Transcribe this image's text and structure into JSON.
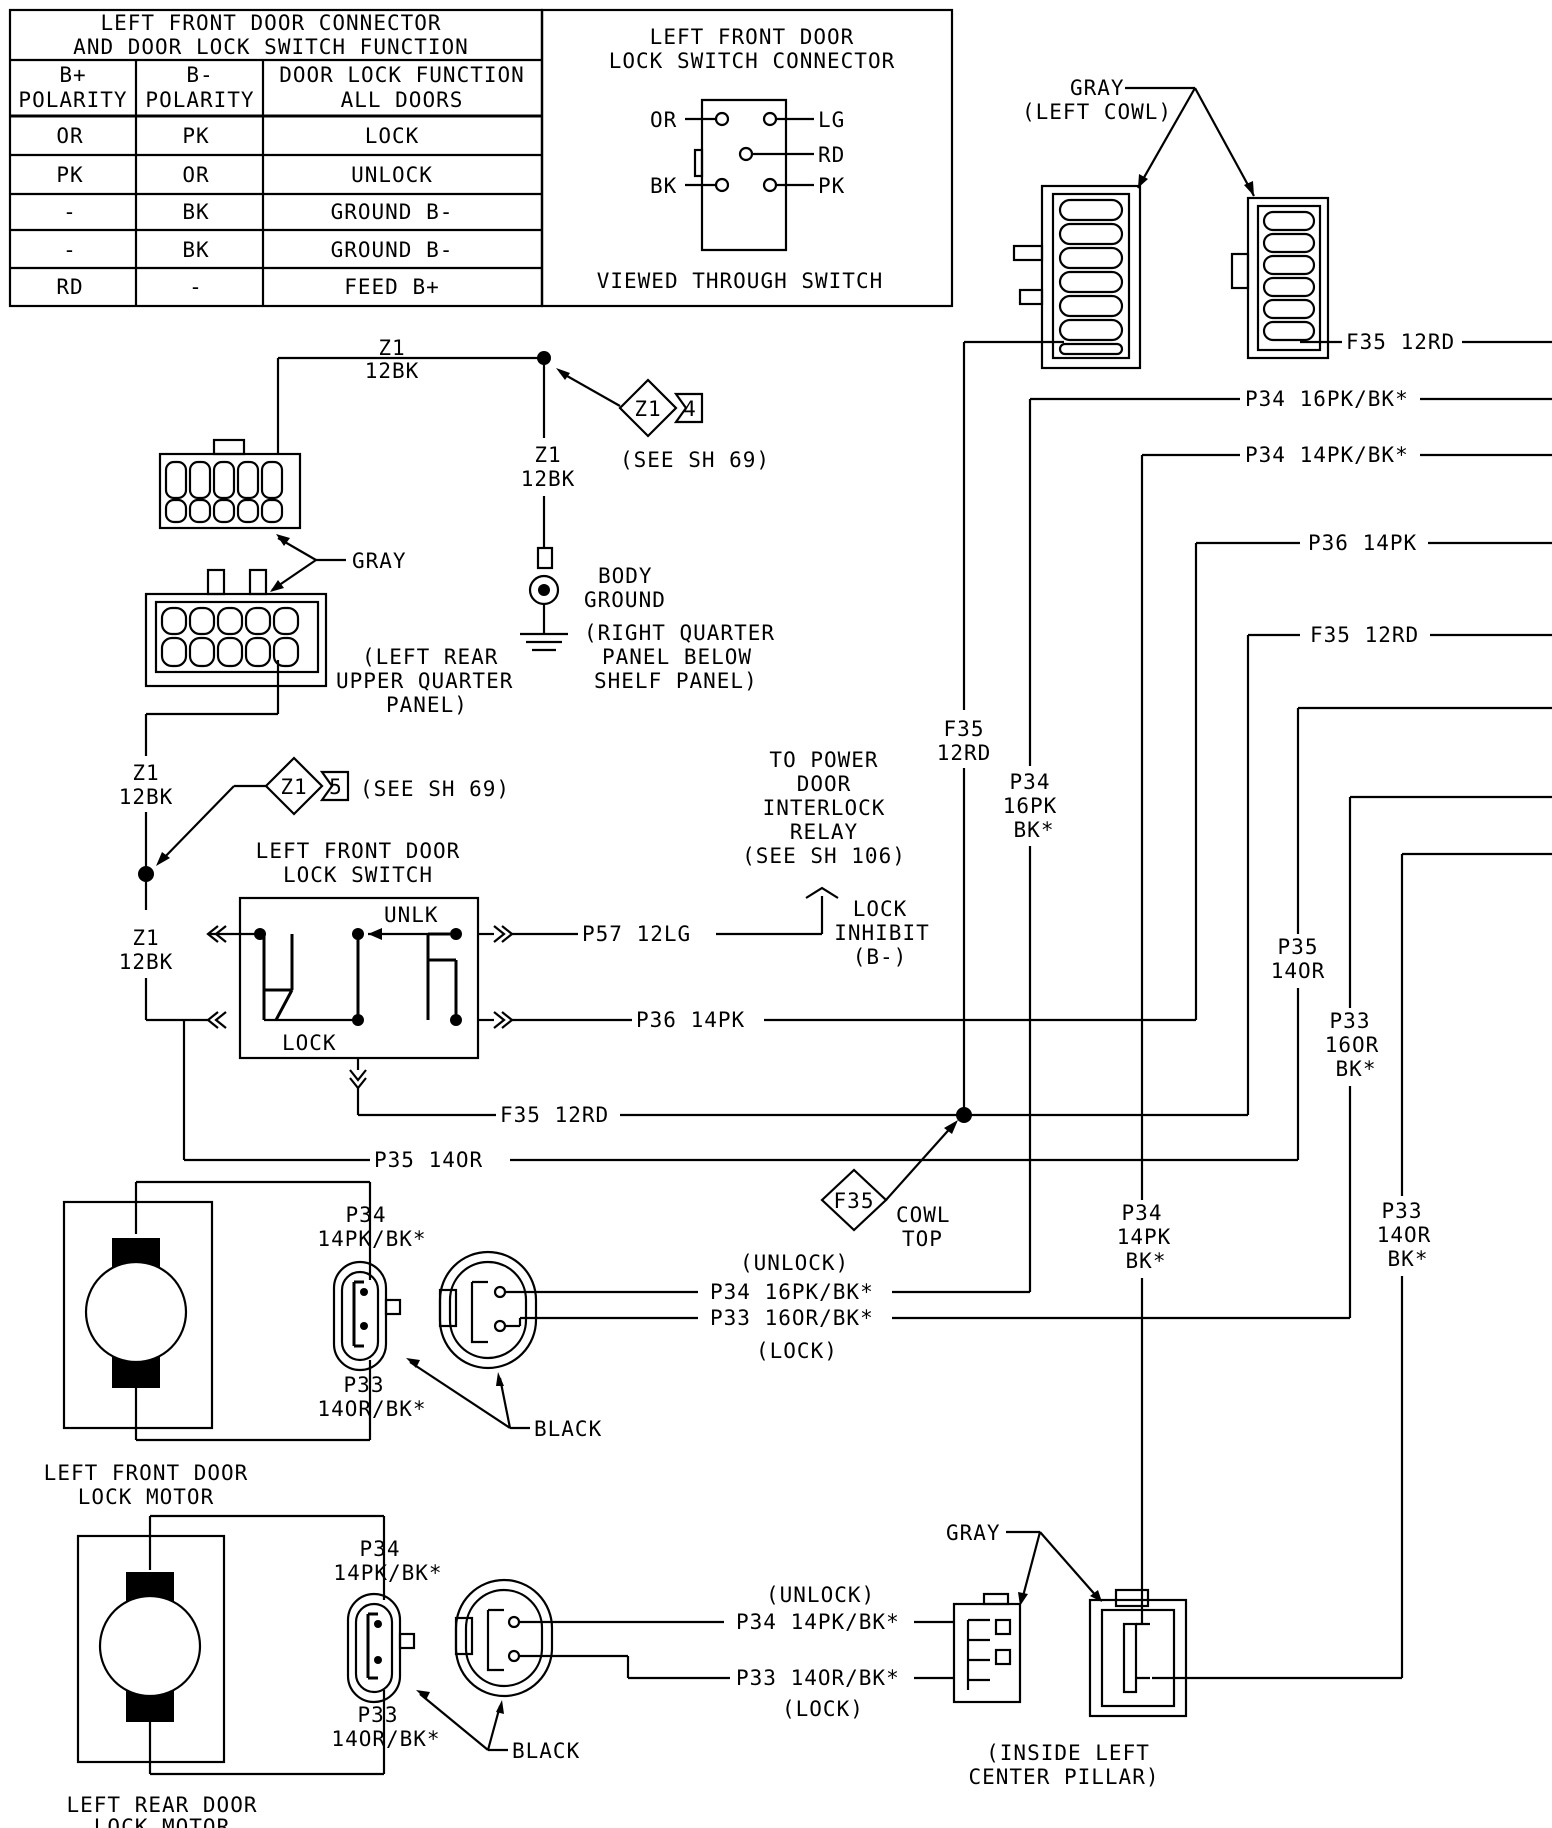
{
  "table": {
    "title_line1": "LEFT FRONT DOOR CONNECTOR",
    "title_line2": "AND DOOR LOCK SWITCH FUNCTION",
    "headers": [
      [
        "B+",
        "POLARITY"
      ],
      [
        "B-",
        "POLARITY"
      ],
      [
        "DOOR LOCK FUNCTION",
        "ALL DOORS"
      ]
    ],
    "rows": [
      [
        "OR",
        "PK",
        "LOCK"
      ],
      [
        "PK",
        "OR",
        "UNLOCK"
      ],
      [
        "-",
        "BK",
        "GROUND B-"
      ],
      [
        "-",
        "BK",
        "GROUND B-"
      ],
      [
        "RD",
        "-",
        "FEED B+"
      ]
    ]
  },
  "switch_connector": {
    "title_line1": "LEFT FRONT DOOR",
    "title_line2": "LOCK SWITCH CONNECTOR",
    "pins": [
      "OR",
      "LG",
      "RD",
      "BK",
      "PK"
    ],
    "caption": "VIEWED THROUGH SWITCH"
  },
  "labels": {
    "gray_left_cowl_1": "GRAY",
    "gray_left_cowl_2": "(LEFT COWL)",
    "z1_top_1": "Z1",
    "z1_top_2": "12BK",
    "z1_vert_1": "Z1",
    "z1_vert_2": "12BK",
    "z1_diamond": "Z1",
    "z1_diamond_num": "4",
    "see_sh69_a": "(SEE SH 69)",
    "gray_mid": "GRAY",
    "body_ground_1": "BODY",
    "body_ground_2": "GROUND",
    "body_ground_3": "(RIGHT QUARTER",
    "body_ground_4": "PANEL BELOW",
    "body_ground_5": "SHELF PANEL)",
    "left_rear_1": "(LEFT REAR",
    "left_rear_2": "UPPER QUARTER",
    "left_rear_3": "PANEL)",
    "z1_mid_1": "Z1",
    "z1_mid_2": "12BK",
    "z1_diamond_b": "Z1",
    "z1_diamond_b_num": "5",
    "see_sh69_b": "(SEE SH 69)",
    "lfd_switch_1": "LEFT FRONT DOOR",
    "lfd_switch_2": "LOCK SWITCH",
    "unlk": "UNLK",
    "lock": "LOCK",
    "z1_low_1": "Z1",
    "z1_low_2": "12BK",
    "to_power_1": "TO POWER",
    "to_power_2": "DOOR",
    "to_power_3": "INTERLOCK",
    "to_power_4": "RELAY",
    "to_power_5": "(SEE SH 106)",
    "lock_inhibit_1": "LOCK",
    "lock_inhibit_2": "INHIBIT",
    "lock_inhibit_3": "(B-)",
    "p57": "P57 12LG",
    "p36_mid": "P36 14PK",
    "f35_mid": "F35 12RD",
    "p35_mid": "P35 14OR",
    "f35_vert_1": "F35",
    "f35_vert_2": "12RD",
    "p34_vert_1": "P34",
    "p34_vert_2": "16PK",
    "p34_vert_3": "BK*",
    "p35_vert_1": "P35",
    "p35_vert_2": "14OR",
    "p33_vert_1": "P33",
    "p33_vert_2": "16OR",
    "p33_vert_3": "BK*",
    "f35_diamond": "F35",
    "cowl_top_1": "COWL",
    "cowl_top_2": "TOP",
    "r_f35_top": "F35 12RD",
    "r_p34_16": "P34 16PK/BK*",
    "r_p34_14": "P34 14PK/BK*",
    "r_p36": "P36 14PK",
    "r_f35_2": "F35 12RD",
    "m1_p34_1": "P34",
    "m1_p34_2": "14PK/BK*",
    "m1_p33_1": "P33",
    "m1_p33_2": "14OR/BK*",
    "black_1": "BLACK",
    "unlock_1": "(UNLOCK)",
    "m1_w_p34": "P34 16PK/BK*",
    "m1_w_p33": "P33 16OR/BK*",
    "lock_1": "(LOCK)",
    "p34_low_1": "P34",
    "p34_low_2": "14PK",
    "p34_low_3": "BK*",
    "p33_low_1": "P33",
    "p33_low_2": "14OR",
    "p33_low_3": "BK*",
    "lfd_motor_1": "LEFT FRONT DOOR",
    "lfd_motor_2": "LOCK MOTOR",
    "m2_p34_1": "P34",
    "m2_p34_2": "14PK/BK*",
    "m2_p33_1": "P33",
    "m2_p33_2": "14OR/BK*",
    "black_2": "BLACK",
    "unlock_2": "(UNLOCK)",
    "m2_w_p34": "P34 14PK/BK*",
    "m2_w_p33": "P33 14OR/BK*",
    "lock_2": "(LOCK)",
    "gray_pillar": "GRAY",
    "pillar_1": "(INSIDE LEFT",
    "pillar_2": "CENTER PILLAR)",
    "lrd_motor_1": "LEFT REAR DOOR",
    "lrd_motor_2": "LOCK MOTOR"
  }
}
